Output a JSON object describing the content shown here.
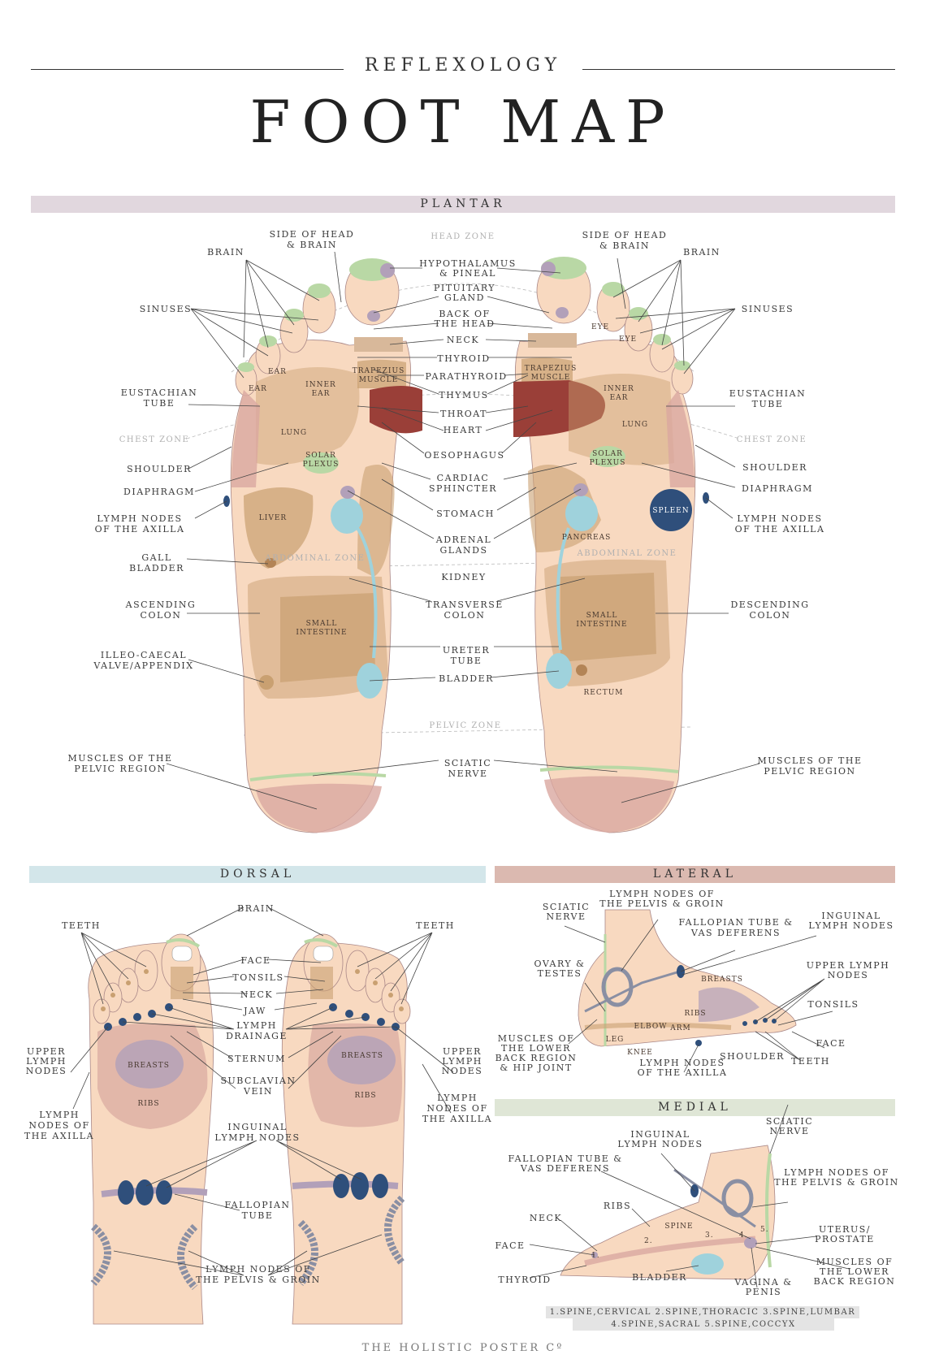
{
  "header": {
    "subtitle": "REFLEXOLOGY",
    "title": "FOOT MAP"
  },
  "sections": {
    "plantar": "PLANTAR",
    "dorsal": "DORSAL",
    "lateral": "LATERAL",
    "medial": "MEDIAL"
  },
  "colors": {
    "plantar_band": "#e1d7de",
    "dorsal_band": "#d3e6ea",
    "lateral_band": "#dbb9b0",
    "medial_band": "#dfe6d6",
    "skin": "#f8d9c0",
    "brown": "#c9a071",
    "heart": "#9a3f38",
    "lymph": "#2f4f7b",
    "kidney": "#9fd2dc",
    "green": "#b9d8a5",
    "purple": "#b2a0b9"
  },
  "plantar": {
    "zones": {
      "head": "HEAD ZONE",
      "chest": "CHEST ZONE",
      "abdominal": "ABDOMINAL ZONE",
      "pelvic": "PELVIC ZONE"
    },
    "left": {
      "brain": "BRAIN",
      "side_head": [
        "SIDE OF HEAD",
        "& BRAIN"
      ],
      "sinuses": "SINUSES",
      "eustachian": [
        "EUSTACHIAN",
        "TUBE"
      ],
      "shoulder": "SHOULDER",
      "diaphragm": "DIAPHRAGM",
      "lymph_axilla": [
        "LYMPH NODES",
        "OF THE AXILLA"
      ],
      "gall_bladder": [
        "GALL",
        "BLADDER"
      ],
      "ascending_colon": [
        "ASCENDING",
        "COLON"
      ],
      "illeo": [
        "ILLEO-CAECAL",
        "VALVE/APPENDIX"
      ],
      "muscles_pelvic": [
        "MUSCLES OF THE",
        "PELVIC REGION"
      ]
    },
    "right": {
      "side_head": [
        "SIDE OF HEAD",
        "& BRAIN"
      ],
      "brain": "BRAIN",
      "sinuses": "SINUSES",
      "eustachian": [
        "EUSTACHIAN",
        "TUBE"
      ],
      "shoulder": "SHOULDER",
      "diaphragm": "DIAPHRAGM",
      "lymph_axilla": [
        "LYMPH NODES",
        "OF THE AXILLA"
      ],
      "descending_colon": [
        "DESCENDING",
        "COLON"
      ],
      "muscles_pelvic": [
        "MUSCLES OF THE",
        "PELVIC REGION"
      ]
    },
    "center": {
      "hypothalamus": [
        "HYPOTHALAMUS",
        "& PINEAL"
      ],
      "pituitary": [
        "PITUITARY",
        "GLAND"
      ],
      "back_head": [
        "BACK OF",
        "THE HEAD"
      ],
      "neck": "NECK",
      "thyroid": "THYROID",
      "parathyroid": "PARATHYROID",
      "thymus": "THYMUS",
      "throat": "THROAT",
      "heart": "HEART",
      "oesophagus": "OESOPHAGUS",
      "cardiac": [
        "CARDIAC",
        "SPHINCTER"
      ],
      "stomach": "STOMACH",
      "adrenal": [
        "ADRENAL",
        "GLANDS"
      ],
      "kidney": "KIDNEY",
      "transverse": [
        "TRANSVERSE",
        "COLON"
      ],
      "ureter": [
        "URETER",
        "TUBE"
      ],
      "bladder": "BLADDER",
      "sciatic": [
        "SCIATIC",
        "NERVE"
      ]
    },
    "inner": {
      "ear": "EAR",
      "eye": "EYE",
      "inner_ear": [
        "INNER",
        "EAR"
      ],
      "trapezius": [
        "TRAPEZIUS",
        "MUSCLE"
      ],
      "lung": "LUNG",
      "solar": [
        "SOLAR",
        "PLEXUS"
      ],
      "liver": "LIVER",
      "spleen": "SPLEEN",
      "pancreas": "PANCREAS",
      "small_int": [
        "SMALL",
        "INTESTINE"
      ],
      "rectum": "RECTUM"
    }
  },
  "dorsal": {
    "brain": "BRAIN",
    "teeth": "TEETH",
    "face": "FACE",
    "tonsils": "TONSILS",
    "neck": "NECK",
    "jaw": "JAW",
    "lymph_drainage": [
      "LYMPH",
      "DRAINAGE"
    ],
    "sternum": "STERNUM",
    "subclavian": [
      "SUBCLAVIAN",
      "VEIN"
    ],
    "upper_lymph": [
      "UPPER",
      "LYMPH",
      "NODES"
    ],
    "lymph_axilla_l": [
      "LYMPH",
      "NODES OF",
      "THE AXILLA"
    ],
    "lymph_axilla_r": [
      "LYMPH",
      "NODES OF",
      "THE AXILLA"
    ],
    "breasts": "BREASTS",
    "ribs": "RIBS",
    "inguinal": [
      "INGUINAL",
      "LYMPH NODES"
    ],
    "fallopian": [
      "FALLOPIAN",
      "TUBE"
    ],
    "pelvis_groin": [
      "LYMPH NODES OF",
      "THE PELVIS & GROIN"
    ]
  },
  "lateral": {
    "sciatic": [
      "SCIATIC",
      "NERVE"
    ],
    "pelvis_groin": [
      "LYMPH NODES OF",
      "THE PELVIS & GROIN"
    ],
    "fallopian": [
      "FALLOPIAN TUBE &",
      "VAS DEFERENS"
    ],
    "inguinal": [
      "INGUINAL",
      "LYMPH NODES"
    ],
    "ovary": [
      "OVARY &",
      "TESTES"
    ],
    "breasts": "BREASTS",
    "upper_lymph": [
      "UPPER LYMPH",
      "NODES"
    ],
    "tonsils": "TONSILS",
    "ribs": "RIBS",
    "elbow": "ELBOW",
    "arm": "ARM",
    "leg": "LEG",
    "knee": "KNEE",
    "face": "FACE",
    "muscles_lower_back": [
      "MUSCLES OF",
      "THE LOWER",
      "BACK REGION",
      "& HIP JOINT"
    ],
    "lymph_axilla": [
      "LYMPH NODES",
      "OF THE AXILLA"
    ],
    "shoulder": "SHOULDER",
    "teeth": "TEETH"
  },
  "medial": {
    "sciatic": [
      "SCIATIC",
      "NERVE"
    ],
    "inguinal": [
      "INGUINAL",
      "LYMPH NODES"
    ],
    "fallopian": [
      "FALLOPIAN TUBE &",
      "VAS DEFERENS"
    ],
    "pelvis_groin": [
      "LYMPH NODES OF",
      "THE PELVIS & GROIN"
    ],
    "ribs": "RIBS",
    "neck": "NECK",
    "spine": "SPINE",
    "uterus": [
      "UTERUS/",
      "PROSTATE"
    ],
    "face": "FACE",
    "thyroid": "THYROID",
    "bladder": "BLADDER",
    "vagina": [
      "VAGINA &",
      "PENIS"
    ],
    "muscles_lower_back": [
      "MUSCLES OF",
      "THE LOWER",
      "BACK REGION"
    ],
    "spine_nums": [
      "1.",
      "2.",
      "3.",
      "4.",
      "5."
    ],
    "legend_line1": "1.SPINE,CERVICAL   2.SPINE,THORACIC   3.SPINE,LUMBAR",
    "legend_line2": "4.SPINE,SACRAL   5.SPINE,COCCYX"
  },
  "footer": "THE HOLISTIC POSTER Cº"
}
